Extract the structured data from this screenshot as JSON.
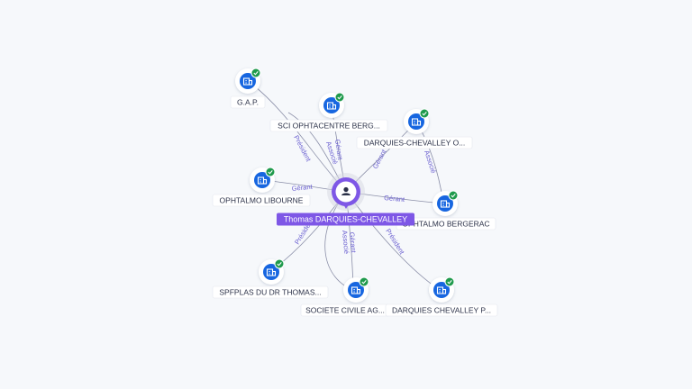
{
  "person": {
    "name": "Thomas DARQUIES-CHEVALLEY",
    "icon": "person-icon",
    "color": "#7e57e6"
  },
  "companies": [
    {
      "id": "gap",
      "label": "G.A.P.",
      "icon": "building-icon",
      "status_icon": "check-icon"
    },
    {
      "id": "sci",
      "label": "SCI OPHTACENTRE BERG...",
      "icon": "building-icon",
      "status_icon": "check-icon"
    },
    {
      "id": "darq_o",
      "label": "DARQUIES-CHEVALLEY O...",
      "icon": "building-icon",
      "status_icon": "check-icon"
    },
    {
      "id": "libourne",
      "label": "OPHTALMO LIBOURNE",
      "icon": "building-icon",
      "status_icon": "check-icon"
    },
    {
      "id": "bergerac",
      "label": "OPHTALMO BERGERAC",
      "icon": "building-icon",
      "status_icon": "check-icon"
    },
    {
      "id": "spfplas",
      "label": "SPFPLAS DU DR THOMAS...",
      "icon": "building-icon",
      "status_icon": "check-icon"
    },
    {
      "id": "scag",
      "label": "SOCIETE CIVILE AG...",
      "icon": "building-icon",
      "status_icon": "check-icon"
    },
    {
      "id": "darq_p",
      "label": "DARQUIES CHEVALLEY P...",
      "icon": "building-icon",
      "status_icon": "check-icon"
    }
  ],
  "edges": [
    {
      "to": "gap",
      "label": "Président"
    },
    {
      "to": "sci",
      "label": "Gérant"
    },
    {
      "to": "sci",
      "label": "Associé"
    },
    {
      "to": "darq_o",
      "label": "Gérant"
    },
    {
      "to": "darq_o",
      "label": "Associé"
    },
    {
      "to": "libourne",
      "label": "Gérant"
    },
    {
      "to": "bergerac",
      "label": "Gérant"
    },
    {
      "to": "spfplas",
      "label": "Président"
    },
    {
      "to": "scag",
      "label": "Gérant"
    },
    {
      "to": "scag",
      "label": "Associé"
    },
    {
      "to": "darq_p",
      "label": "Président"
    }
  ],
  "colors": {
    "company_icon": "#1766e0",
    "status_ok": "#1f9a4c",
    "center": "#7e57e6",
    "edge": "#8b8fa8",
    "edge_label": "#6a5fd0"
  }
}
